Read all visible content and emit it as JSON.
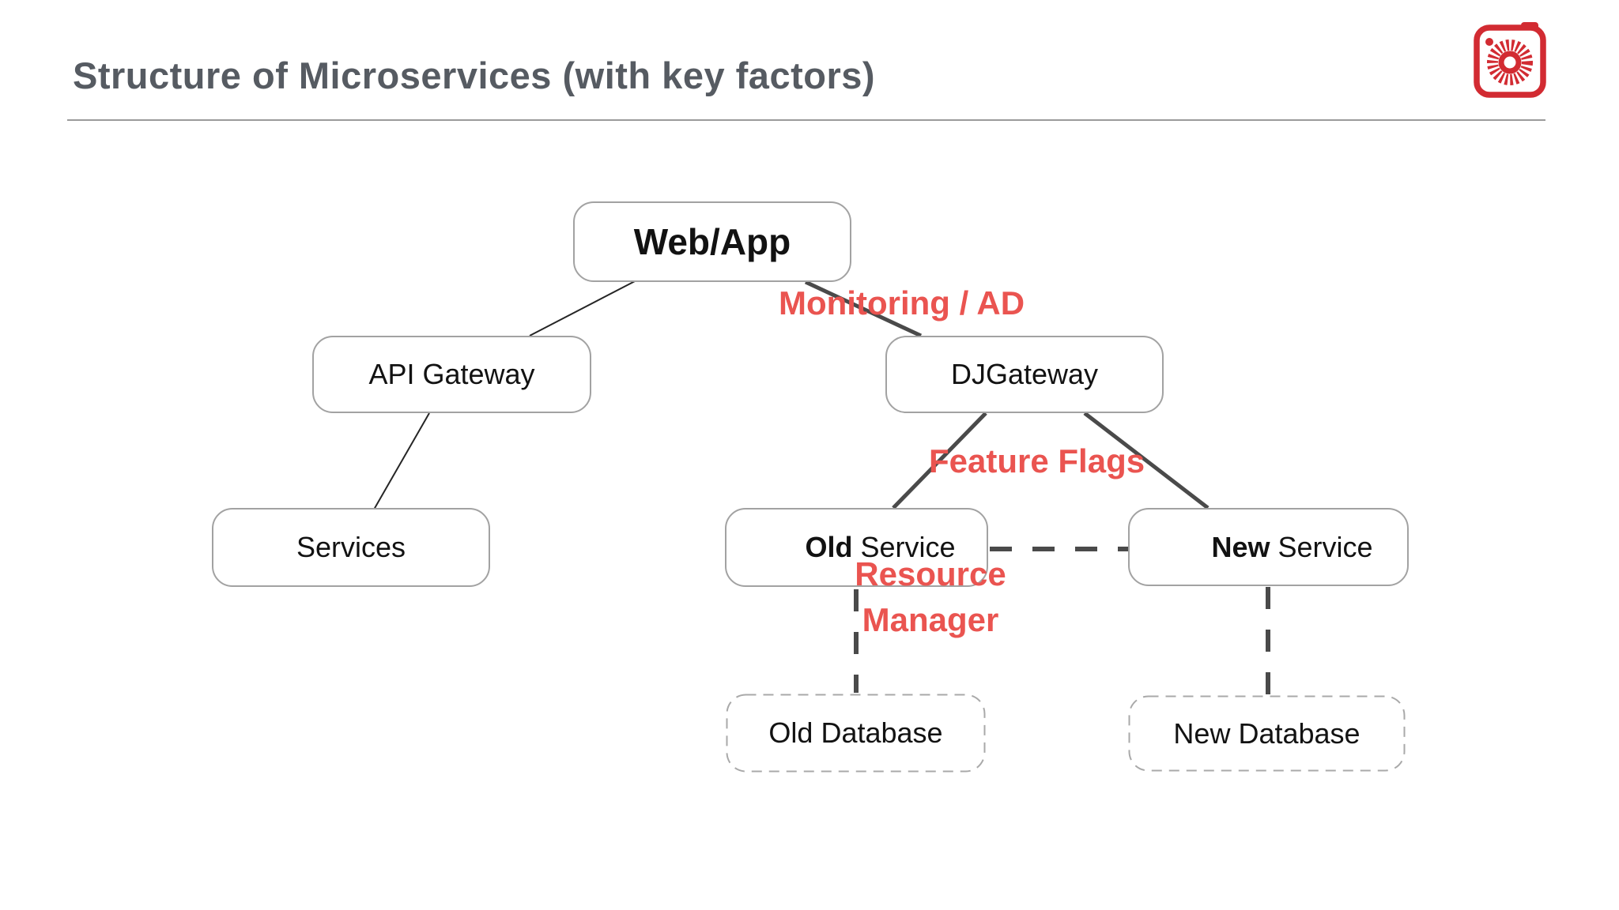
{
  "header": {
    "title": "Structure of Microservices (with key factors)"
  },
  "logo": {
    "name": "camera-logo",
    "color": "#d22b32"
  },
  "colors": {
    "accent_red": "#ea5450",
    "title_gray": "#565b62",
    "thin_line": "#252525",
    "thick_line": "#4a4a4a",
    "box_border": "#a2a2a2"
  },
  "diagram": {
    "nodes": {
      "web_app": {
        "label": "Web/App"
      },
      "api_gateway": {
        "label": "API Gateway"
      },
      "dj_gateway": {
        "label": "DJGateway"
      },
      "services": {
        "label": "Services"
      },
      "old_service": {
        "label_bold": "Old",
        "label_rest": " Service"
      },
      "new_service": {
        "label_bold": "New",
        "label_rest": " Service"
      },
      "old_database": {
        "label": "Old Database"
      },
      "new_database": {
        "label": "New Database"
      }
    },
    "edge_labels": {
      "monitoring_ad": "Monitoring / AD",
      "feature_flags": "Feature Flags",
      "resource_manager": "Resource Manager"
    }
  }
}
